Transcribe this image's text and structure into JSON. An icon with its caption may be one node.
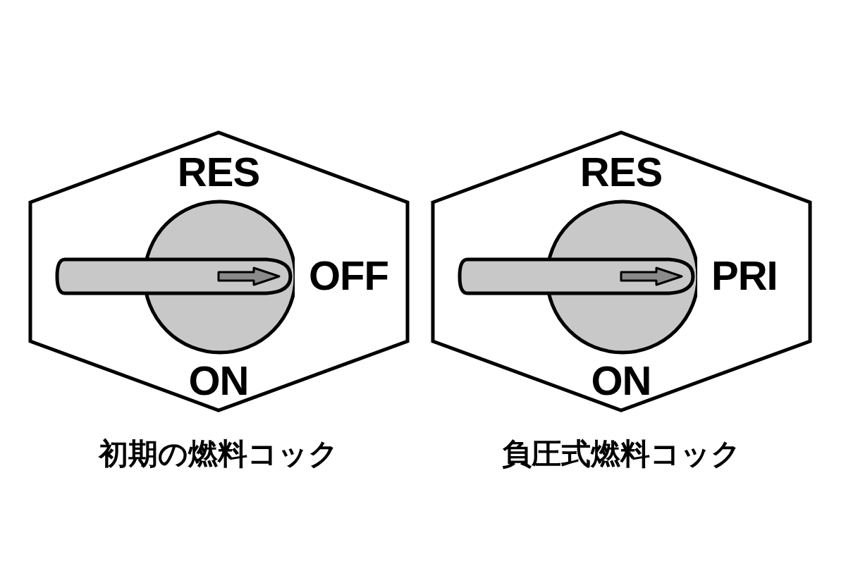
{
  "diagram": {
    "nodes": [
      {
        "text": [
          "RES",
          "OFF",
          "ON"
        ],
        "beside": [
          "初期の燃料コック"
        ]
      },
      {
        "text": [
          "RES",
          "PRI",
          "ON"
        ],
        "beside": [
          "負圧式燃料コック"
        ]
      }
    ]
  }
}
